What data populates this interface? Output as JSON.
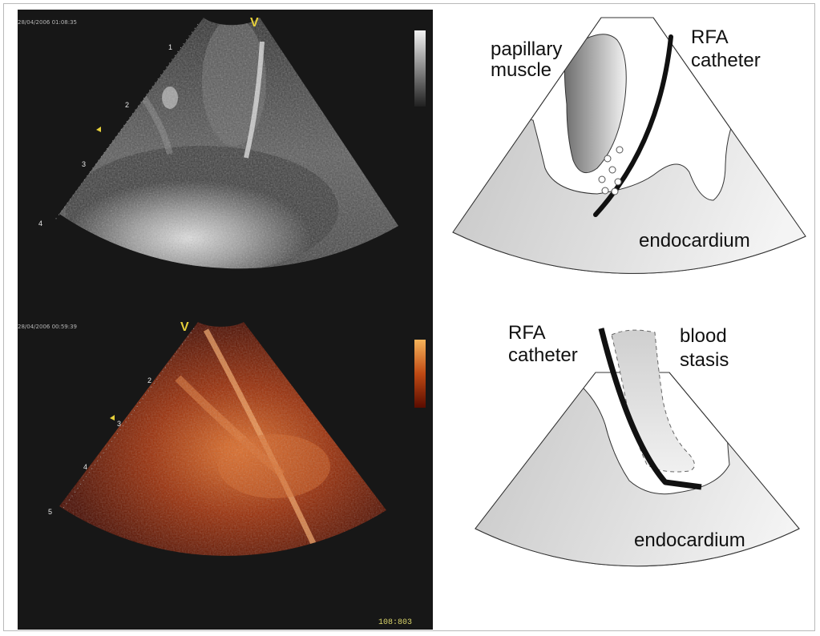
{
  "figure": {
    "ultrasound_top": {
      "timestamp": "28/04/2006 01:08:35",
      "probe_marker": "V",
      "depth_ticks": [
        "1",
        "2",
        "3",
        "4"
      ],
      "colors": {
        "colorbar_top": "#f2f2f2",
        "colorbar_bottom": "#202020"
      }
    },
    "ultrasound_bottom": {
      "timestamp": "28/04/2006 00:59:39",
      "probe_marker": "V",
      "depth_ticks": [
        "2",
        "3",
        "4",
        "5"
      ],
      "frame_counter": "108:803",
      "colors": {
        "colorbar_top": "#f6b35a",
        "colorbar_bottom": "#5a0c00"
      }
    },
    "diagram_top": {
      "labels": {
        "papillary_line1": "papillary",
        "papillary_line2": "muscle",
        "rfa_line1": "RFA",
        "rfa_line2": "catheter",
        "endocardium": "endocardium"
      }
    },
    "diagram_bottom": {
      "labels": {
        "rfa_line1": "RFA",
        "rfa_line2": "catheter",
        "stasis_line1": "blood",
        "stasis_line2": "stasis",
        "endocardium": "endocardium"
      }
    }
  }
}
